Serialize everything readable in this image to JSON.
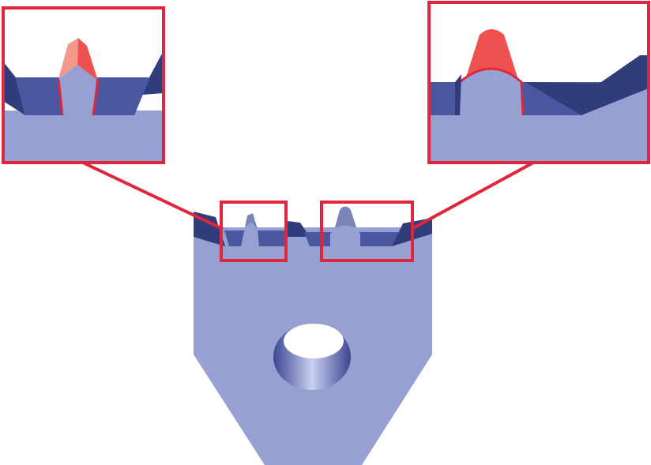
{
  "colors": {
    "face": "#96a0d3",
    "face_dark": "#4a57a0",
    "face_darker": "#313c7a",
    "tip_highlight": "#ef5150",
    "tip_highlight_light": "#f2998a",
    "tip_plain": "#7a84b6",
    "callout": "#e0263a",
    "hole_inner": "#6b74b4",
    "background": "#ffffff"
  },
  "shapes": {
    "part": "tapered-plate-with-bore",
    "feature_left": "pointed-prong",
    "feature_right": "rounded-prong"
  },
  "callouts": [
    {
      "id": "left",
      "target": "pointed-prong"
    },
    {
      "id": "right",
      "target": "rounded-prong"
    }
  ]
}
